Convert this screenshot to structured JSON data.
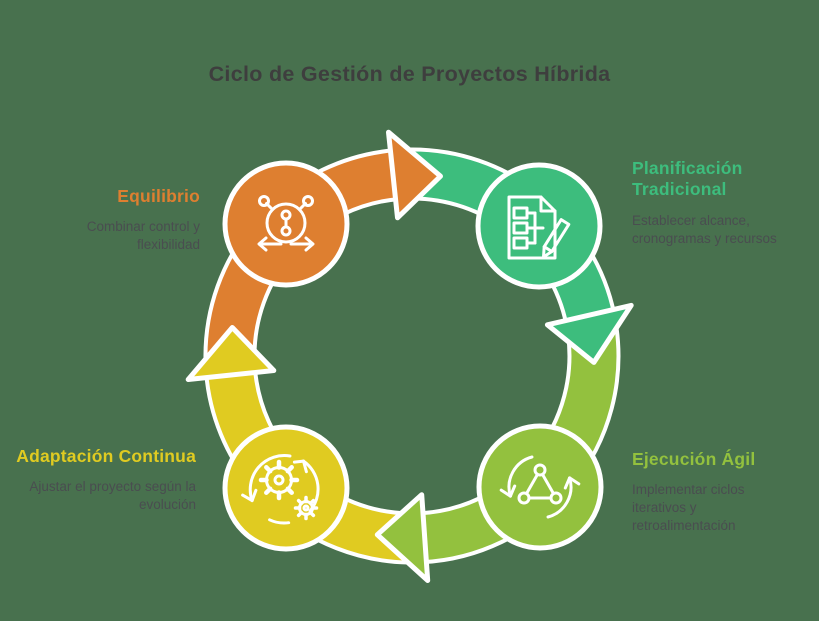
{
  "title": "Ciclo de Gestión de Proyectos Híbrida",
  "colors": {
    "background": "#48714E",
    "title_text": "#3E3E3E",
    "description_text": "#4A4D50",
    "outline": "#FFFFFF"
  },
  "nodes": [
    {
      "id": "equilibrio",
      "label": "Equilibrio",
      "description": "Combinar control y flexibilidad",
      "color": "#DE7F30",
      "icon": "balance-network-icon",
      "position": "top-left"
    },
    {
      "id": "planificacion",
      "label": "Planificación Tradicional",
      "description": "Establecer alcance, cronogramas y recursos",
      "color": "#3DBD7D",
      "icon": "document-plan-pencil-icon",
      "position": "top-right"
    },
    {
      "id": "ejecucion",
      "label": "Ejecución Ágil",
      "description": "Implementar ciclos iterativos y retroalimentación",
      "color": "#93C13E",
      "icon": "iteration-cycle-icon",
      "position": "bottom-right"
    },
    {
      "id": "adaptacion",
      "label": "Adaptación Continua",
      "description": "Ajustar el proyecto según la evolución",
      "color": "#E0CB21",
      "icon": "gears-cycle-icon",
      "position": "bottom-left"
    }
  ],
  "arrows": [
    {
      "from": "equilibrio",
      "to": "planificacion",
      "color": "#DE7F30",
      "direction": "right"
    },
    {
      "from": "planificacion",
      "to": "ejecucion",
      "color": "#3DBD7D",
      "direction": "down"
    },
    {
      "from": "ejecucion",
      "to": "adaptacion",
      "color": "#93C13E",
      "direction": "left"
    },
    {
      "from": "adaptacion",
      "to": "equilibrio",
      "color": "#E0CB21",
      "direction": "up"
    }
  ]
}
